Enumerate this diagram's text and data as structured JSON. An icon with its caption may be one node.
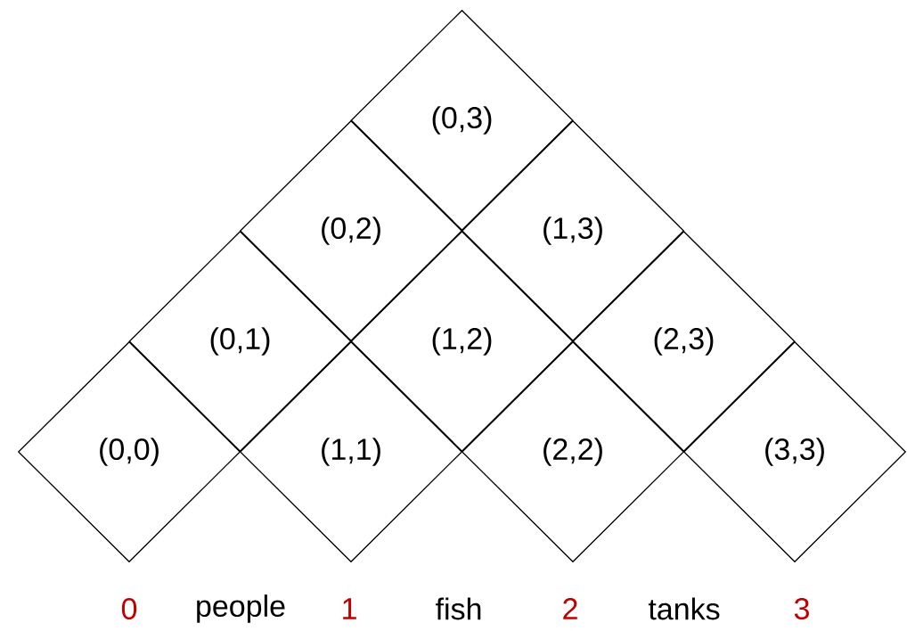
{
  "diagram": {
    "nodes": [
      {
        "text": [
          "(0,3)"
        ]
      },
      {
        "text": [
          "(0,2)"
        ]
      },
      {
        "text": [
          "(1,3)"
        ]
      },
      {
        "text": [
          "(0,1)"
        ]
      },
      {
        "text": [
          "(1,2)"
        ]
      },
      {
        "text": [
          "(2,3)"
        ]
      },
      {
        "text": [
          "(0,0)"
        ]
      },
      {
        "text": [
          "(1,1)"
        ]
      },
      {
        "text": [
          "(2,2)"
        ]
      },
      {
        "text": [
          "(3,3)"
        ]
      }
    ],
    "labels": [
      "0",
      "people",
      "1",
      "fish",
      "2",
      "tanks",
      "3"
    ]
  }
}
